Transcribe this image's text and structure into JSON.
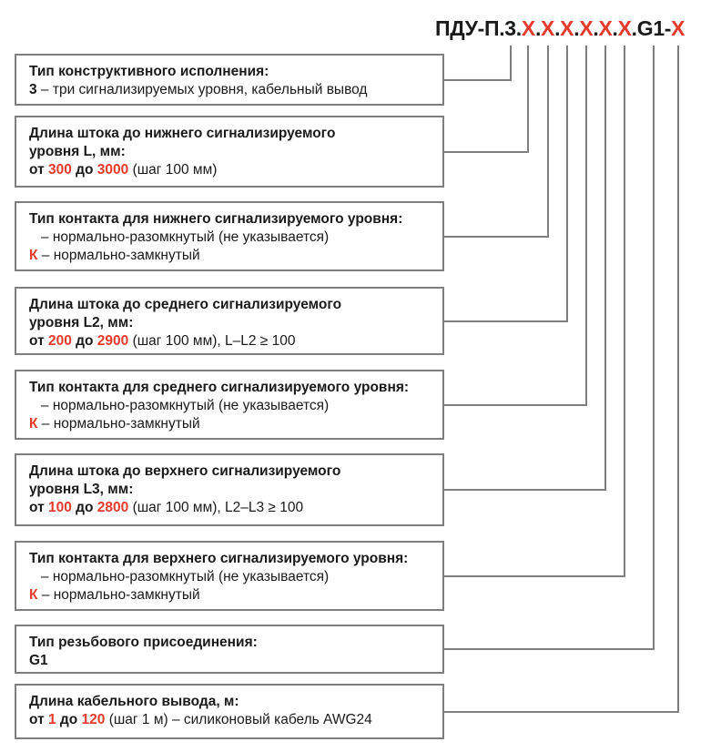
{
  "code": {
    "parts": [
      {
        "text": "ПДУ-П.",
        "red": false
      },
      {
        "text": "3",
        "red": false
      },
      {
        "text": ".",
        "red": false
      },
      {
        "text": "X",
        "red": true
      },
      {
        "text": ".",
        "red": false
      },
      {
        "text": "X",
        "red": true
      },
      {
        "text": ".",
        "red": false
      },
      {
        "text": "X",
        "red": true
      },
      {
        "text": ".",
        "red": false
      },
      {
        "text": "X",
        "red": true
      },
      {
        "text": ".",
        "red": false
      },
      {
        "text": "X",
        "red": true
      },
      {
        "text": ".",
        "red": false
      },
      {
        "text": "X",
        "red": true
      },
      {
        "text": ".G1-",
        "red": false
      },
      {
        "text": "X",
        "red": true
      }
    ]
  },
  "boxes": [
    {
      "title": "Тип конструктивного исполнения:",
      "lines": [
        [
          {
            "t": "3",
            "s": "b"
          },
          {
            "t": " – три сигнализируемых уровня, кабельный вывод",
            "s": ""
          }
        ]
      ]
    },
    {
      "title": "Длина штока до нижнего сигнализируемого уровня L, мм:",
      "lines": [
        [
          {
            "t": "от ",
            "s": "b"
          },
          {
            "t": "300",
            "s": "r"
          },
          {
            "t": " до ",
            "s": "b"
          },
          {
            "t": "3000",
            "s": "r"
          },
          {
            "t": " (шаг 100 мм)",
            "s": ""
          }
        ]
      ]
    },
    {
      "title": "Тип контакта для нижнего сигнализируемого уровня:",
      "lines": [
        [
          {
            "t": "   – нормально-разомкнутый (не указывается)",
            "s": ""
          }
        ],
        [
          {
            "t": "К",
            "s": "r"
          },
          {
            "t": " – нормально-замкнутый",
            "s": ""
          }
        ]
      ]
    },
    {
      "title": "Длина штока до среднего сигнализируемого уровня L2, мм:",
      "lines": [
        [
          {
            "t": "от ",
            "s": "b"
          },
          {
            "t": "200",
            "s": "r"
          },
          {
            "t": " до ",
            "s": "b"
          },
          {
            "t": "2900",
            "s": "r"
          },
          {
            "t": " (шаг 100 мм), L–L2 ≥ 100",
            "s": ""
          }
        ]
      ]
    },
    {
      "title": "Тип контакта для среднего сигнализируемого уровня:",
      "lines": [
        [
          {
            "t": "   – нормально-разомкнутый (не указывается)",
            "s": ""
          }
        ],
        [
          {
            "t": "К",
            "s": "r"
          },
          {
            "t": " – нормально-замкнутый",
            "s": ""
          }
        ]
      ]
    },
    {
      "title": "Длина штока до верхнего сигнализируемого уровня L3, мм:",
      "lines": [
        [
          {
            "t": "от ",
            "s": "b"
          },
          {
            "t": "100",
            "s": "r"
          },
          {
            "t": " до ",
            "s": "b"
          },
          {
            "t": "2800",
            "s": "r"
          },
          {
            "t": " (шаг 100 мм), L2–L3 ≥ 100",
            "s": ""
          }
        ]
      ]
    },
    {
      "title": "Тип контакта для верхнего сигнализируемого уровня:",
      "lines": [
        [
          {
            "t": "   – нормально-разомкнутый (не указывается)",
            "s": ""
          }
        ],
        [
          {
            "t": "К",
            "s": "r"
          },
          {
            "t": " – нормально-замкнутый",
            "s": ""
          }
        ]
      ]
    },
    {
      "title": "Тип резьбового присоединения:",
      "lines": [
        [
          {
            "t": "G1",
            "s": "b"
          }
        ]
      ]
    },
    {
      "title": "Длина кабельного вывода, м:",
      "lines": [
        [
          {
            "t": "от ",
            "s": "b"
          },
          {
            "t": "1",
            "s": "r"
          },
          {
            "t": " до ",
            "s": "b"
          },
          {
            "t": "120",
            "s": "r"
          },
          {
            "t": " (шаг 1 м) – силиконовый кабель AWG24",
            "s": ""
          }
        ]
      ]
    }
  ],
  "colors": {
    "accent": "#e53b2c",
    "border": "#7f7f7f",
    "text": "#1a1a1a"
  }
}
